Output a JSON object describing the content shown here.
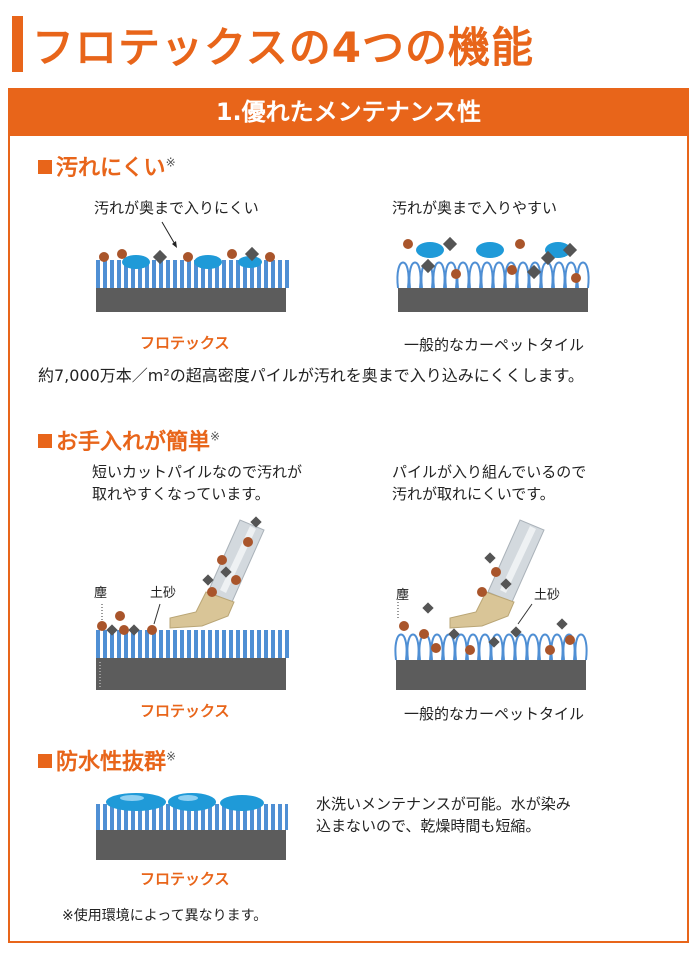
{
  "page_title": "フロテックスの4つの機能",
  "band_title": "1.優れたメンテナンス性",
  "colors": {
    "accent": "#e8651a",
    "base": "#5c5c5c",
    "pile_blue": "#4f8fd4",
    "dirt_brown": "#a9552b",
    "water_blue": "#1f9ad8"
  },
  "sections": {
    "stain": {
      "heading": "汚れにくい",
      "mark": "※",
      "left_text": "汚れが奥まで入りにくい",
      "right_text": "汚れが奥まで入りやすい",
      "left_caption": "フロテックス",
      "right_caption": "一般的なカーペットタイル",
      "description": "約7,000万本／m²の超高密度パイルが汚れを奥まで入り込みにくくします。"
    },
    "clean": {
      "heading": "お手入れが簡単",
      "mark": "※",
      "left_text_line1": "短いカットパイルなので汚れが",
      "left_text_line2": "取れやすくなっています。",
      "right_text_line1": "パイルが入り組んでいるので",
      "right_text_line2": "汚れが取れにくいです。",
      "dust_label": "塵",
      "soil_label": "土砂",
      "left_caption": "フロテックス",
      "right_caption": "一般的なカーペットタイル"
    },
    "water": {
      "heading": "防水性抜群",
      "mark": "※",
      "text_line1": "水洗いメンテナンスが可能。水が染み",
      "text_line2": "込まないので、乾燥時間も短縮。",
      "caption": "フロテックス"
    }
  },
  "footnote": "※使用環境によって異なります。"
}
